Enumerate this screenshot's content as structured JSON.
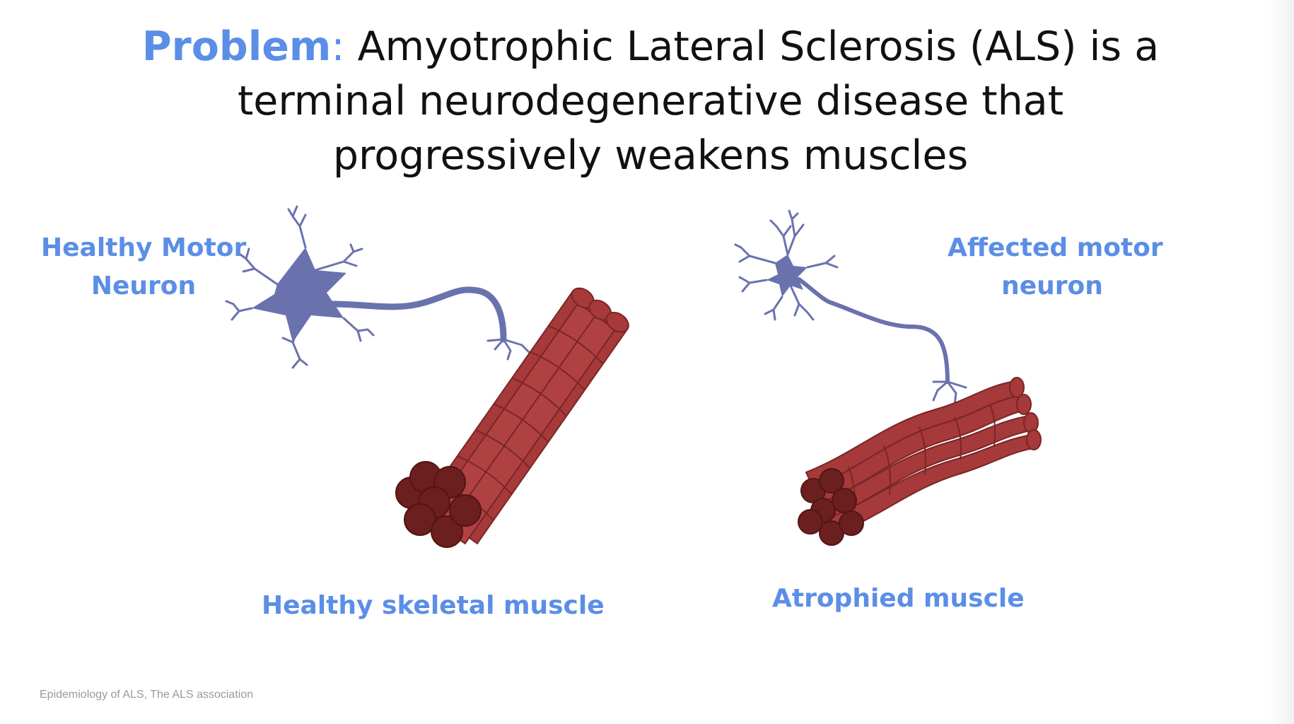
{
  "title": {
    "keyword": "Problem",
    "colon": ":",
    "text": " Amyotrophic Lateral Sclerosis (ALS) is a terminal neurodegenerative disease that progressively weakens muscles"
  },
  "labels": {
    "healthy_neuron_line1": "Healthy Motor",
    "healthy_neuron_line2": "Neuron",
    "affected_neuron_line1": "Affected motor",
    "affected_neuron_line2": "neuron",
    "healthy_muscle": "Healthy skeletal muscle",
    "atrophied_muscle": "Atrophied muscle"
  },
  "citation": "Epidemiology of ALS, The ALS association",
  "colors": {
    "accent": "#5b8ee6",
    "title_text": "#111111",
    "neuron": "#6a72ae",
    "muscle_body": "#a6393a",
    "muscle_end": "#6b1f1f",
    "citation_text": "#9a9a9a"
  }
}
